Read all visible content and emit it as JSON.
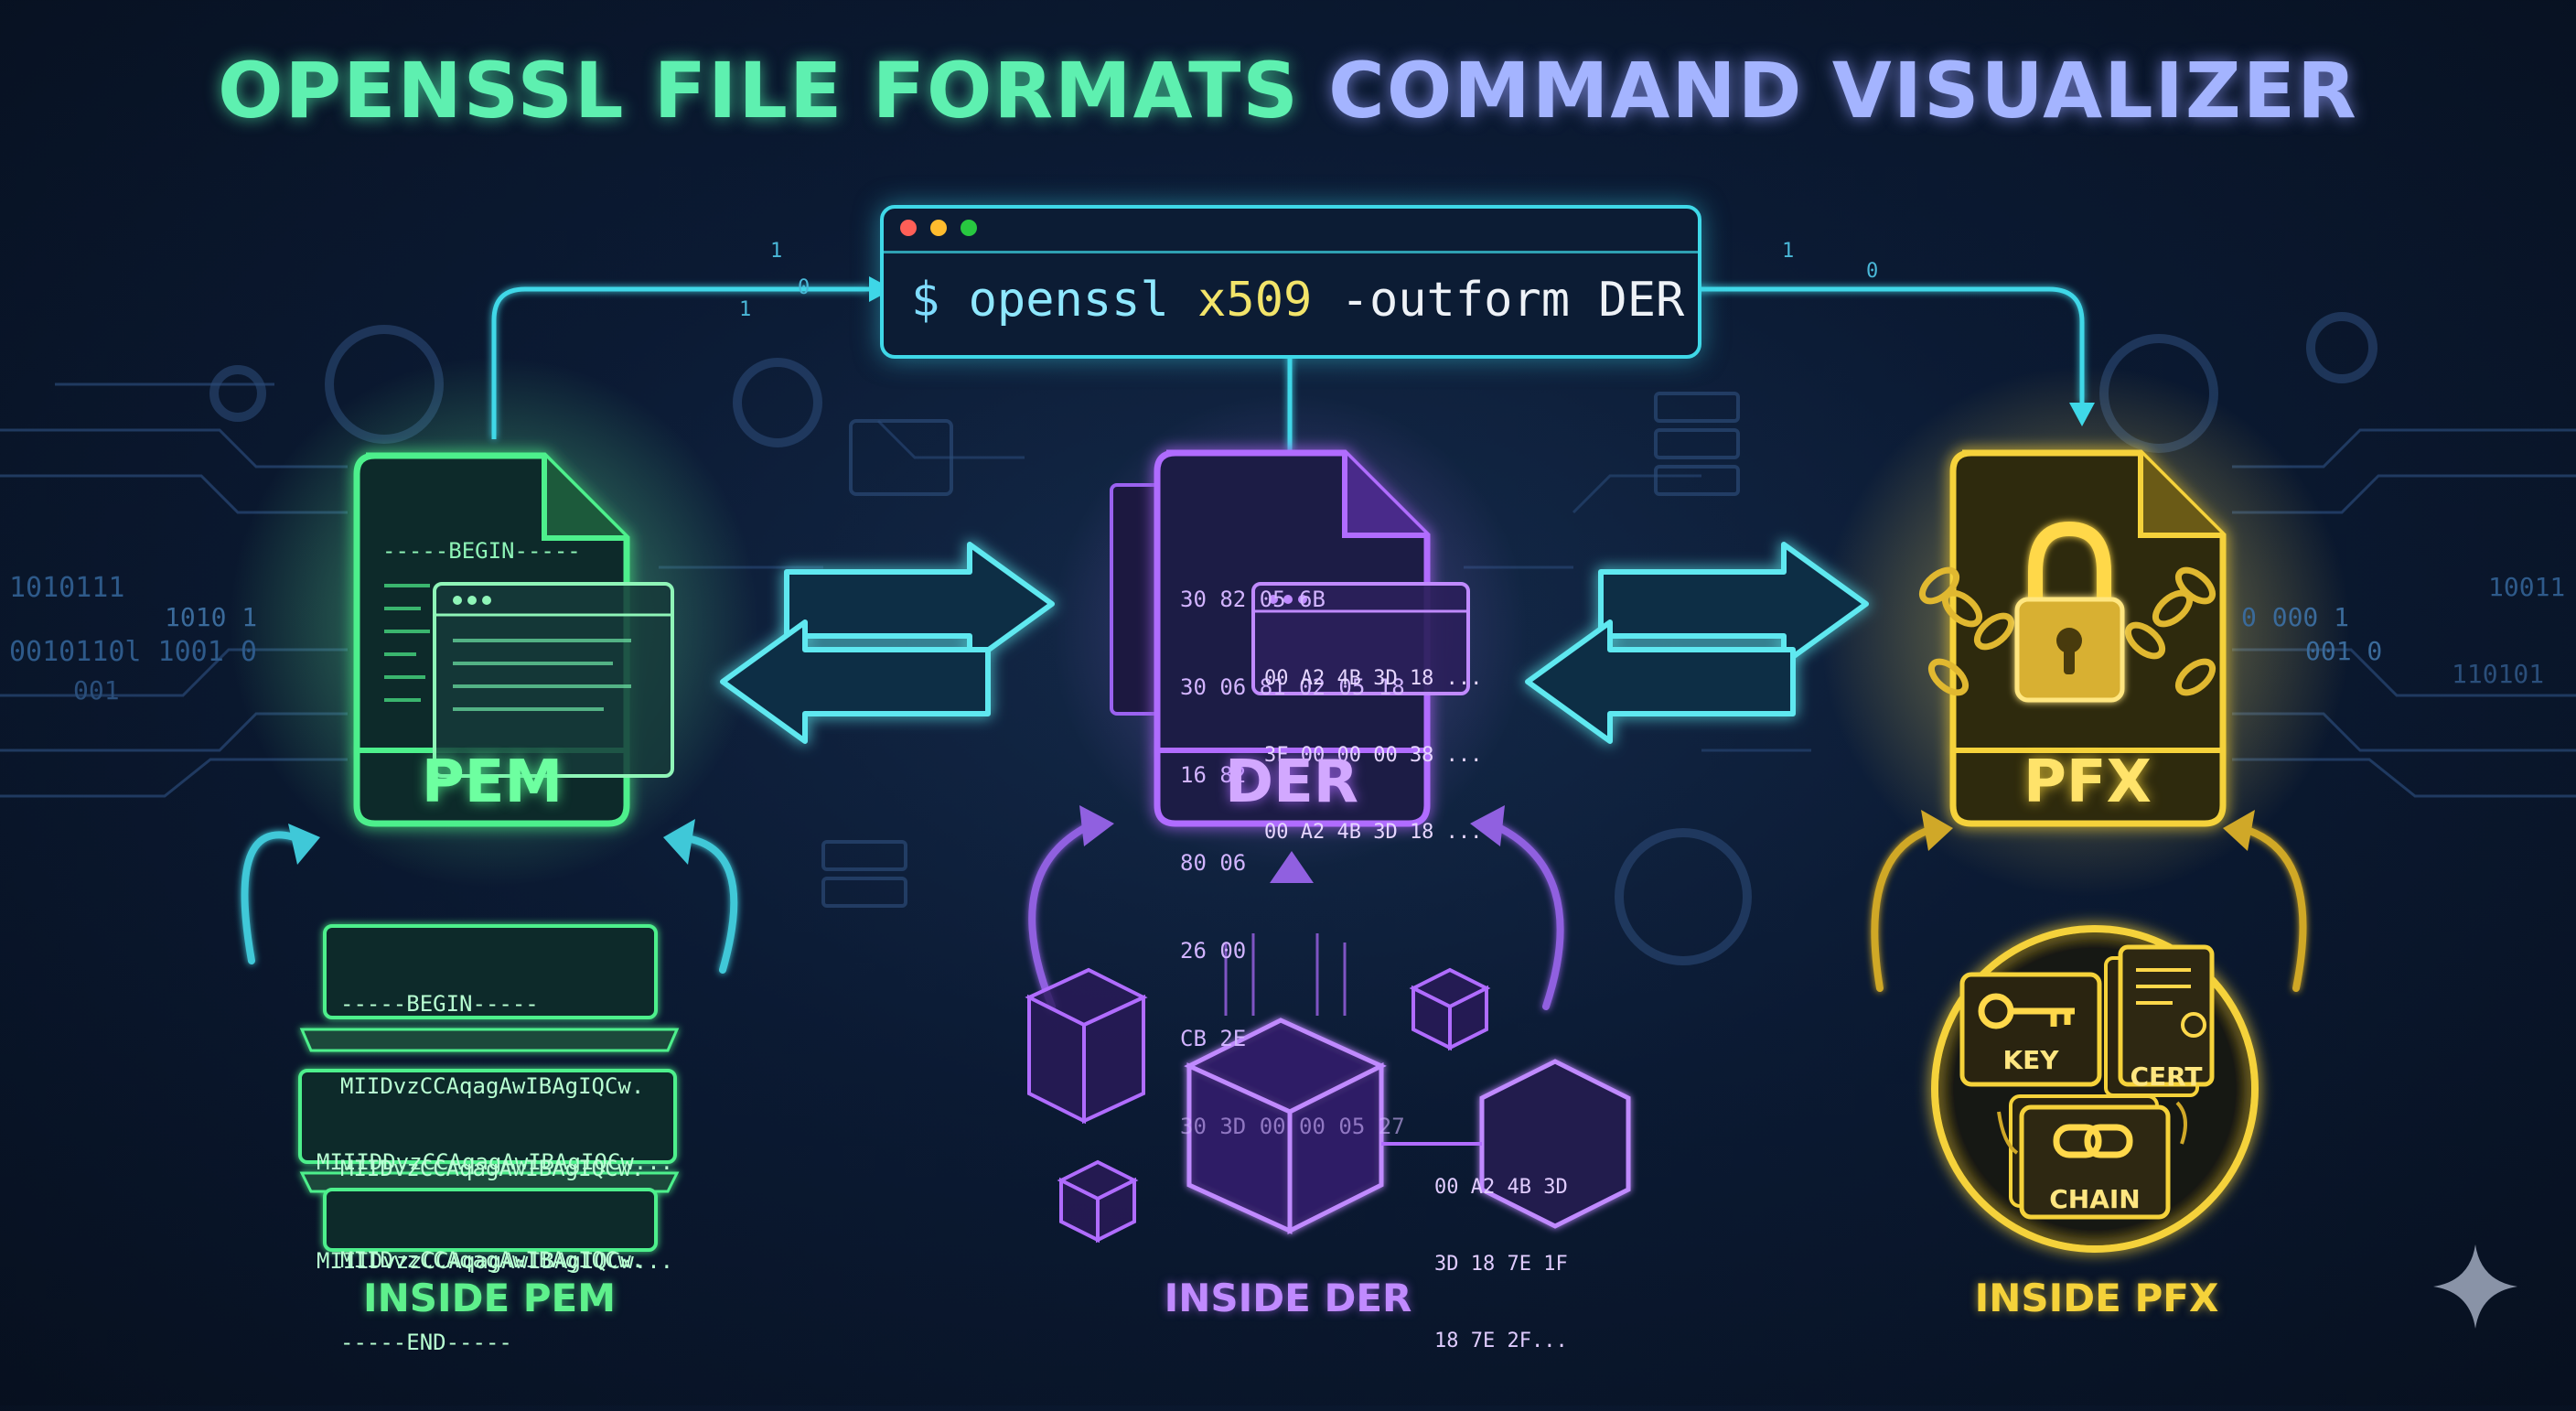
{
  "title": {
    "part1": "OPENSSL FILE FORMATS",
    "part2": "COMMAND VISUALIZER"
  },
  "command": {
    "prompt": "$",
    "word1": "openssl",
    "word2": "x509",
    "word3": "-outform DER"
  },
  "formats": {
    "pem": "PEM",
    "der": "DER",
    "pfx": "PFX"
  },
  "inside": {
    "pem": "INSIDE PEM",
    "der": "INSIDE DER",
    "pfx": "INSIDE PFX"
  },
  "pem_file": {
    "begin": "-----BEGIN-----"
  },
  "pem_inside": {
    "begin": "-----BEGIN-----",
    "line1": "MIIDvzCCAqagAwIBAgIQCw.",
    "line2": "MIIDvzCCAqagAwIBAgIQCw.",
    "line3": "MIIIDDvzCCAqagAwIBAgIQCw...",
    "line4": "MIIIDvzzCCAqagAwIBAgIQCw...",
    "line5": "MIIDvzCCAqagAwIBAgIQCw.",
    "end": "-----END-----"
  },
  "der_file": {
    "rows": [
      "30 82 05 6B",
      "30 06 81 02 05 18",
      "16 82",
      "80 06",
      "26 00",
      "CB 2E",
      "30 3D 00 00 05 27"
    ],
    "popup": [
      "00 A2 4B 3D 18 ...",
      "3F 00 00 00 38 ...",
      "00 A2 4B 3D 18 ..."
    ]
  },
  "der_hex": [
    "00 A2 4B 3D",
    "3D 18 7E 1F",
    "18 7E 2F..."
  ],
  "pfx_inside": {
    "key": "KEY",
    "cert": "CERT",
    "chain": "CHAIN"
  },
  "binary": {
    "left1": "1010111",
    "left2": "1010   1",
    "left3": "0010110l  1001 0",
    "left4": "001",
    "right1": "10011",
    "right2": "0 000  1",
    "right3": "001  0",
    "right4": "110101",
    "top1": "1",
    "top2": "0",
    "top3": "1",
    "top4": "1",
    "top5": "0"
  },
  "colors": {
    "pem": "#4df08c",
    "der": "#b06cff",
    "pfx": "#f5d23a",
    "cmd": "#3fd8e8",
    "arrow": "#5ee8f0"
  }
}
